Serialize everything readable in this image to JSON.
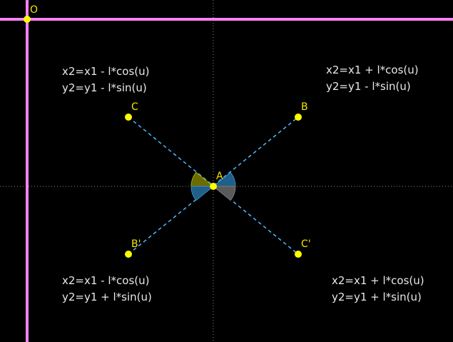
{
  "colors": {
    "background": "#000000",
    "axis": "#ff80ff",
    "point": "#ffff00",
    "label": "#f2e600",
    "dashed_line": "#4fb8ff",
    "dotted_guide": "#8a8a8a",
    "formula_text": "#e8e8e8",
    "arc_yellow": "#6b6b00",
    "arc_blue": "#1f5f88",
    "arc_gray": "#5a5a5a"
  },
  "points": {
    "origin": "O",
    "center": "A",
    "upper_right": "B",
    "upper_left": "C",
    "lower_left": "B'",
    "lower_right": "C'"
  },
  "formulas": {
    "top_left": [
      "x2=x1 - l*cos(u)",
      "y2=y1 - l*sin(u)"
    ],
    "top_right": [
      "x2=x1 + l*cos(u)",
      "y2=y1 - l*sin(u)"
    ],
    "bottom_left": [
      "x2=x1 - l*cos(u)",
      "y2=y1 + l*sin(u)"
    ],
    "bottom_right": [
      "x2=x1 + l*cos(u)",
      "y2=y1 + l*sin(u)"
    ]
  }
}
